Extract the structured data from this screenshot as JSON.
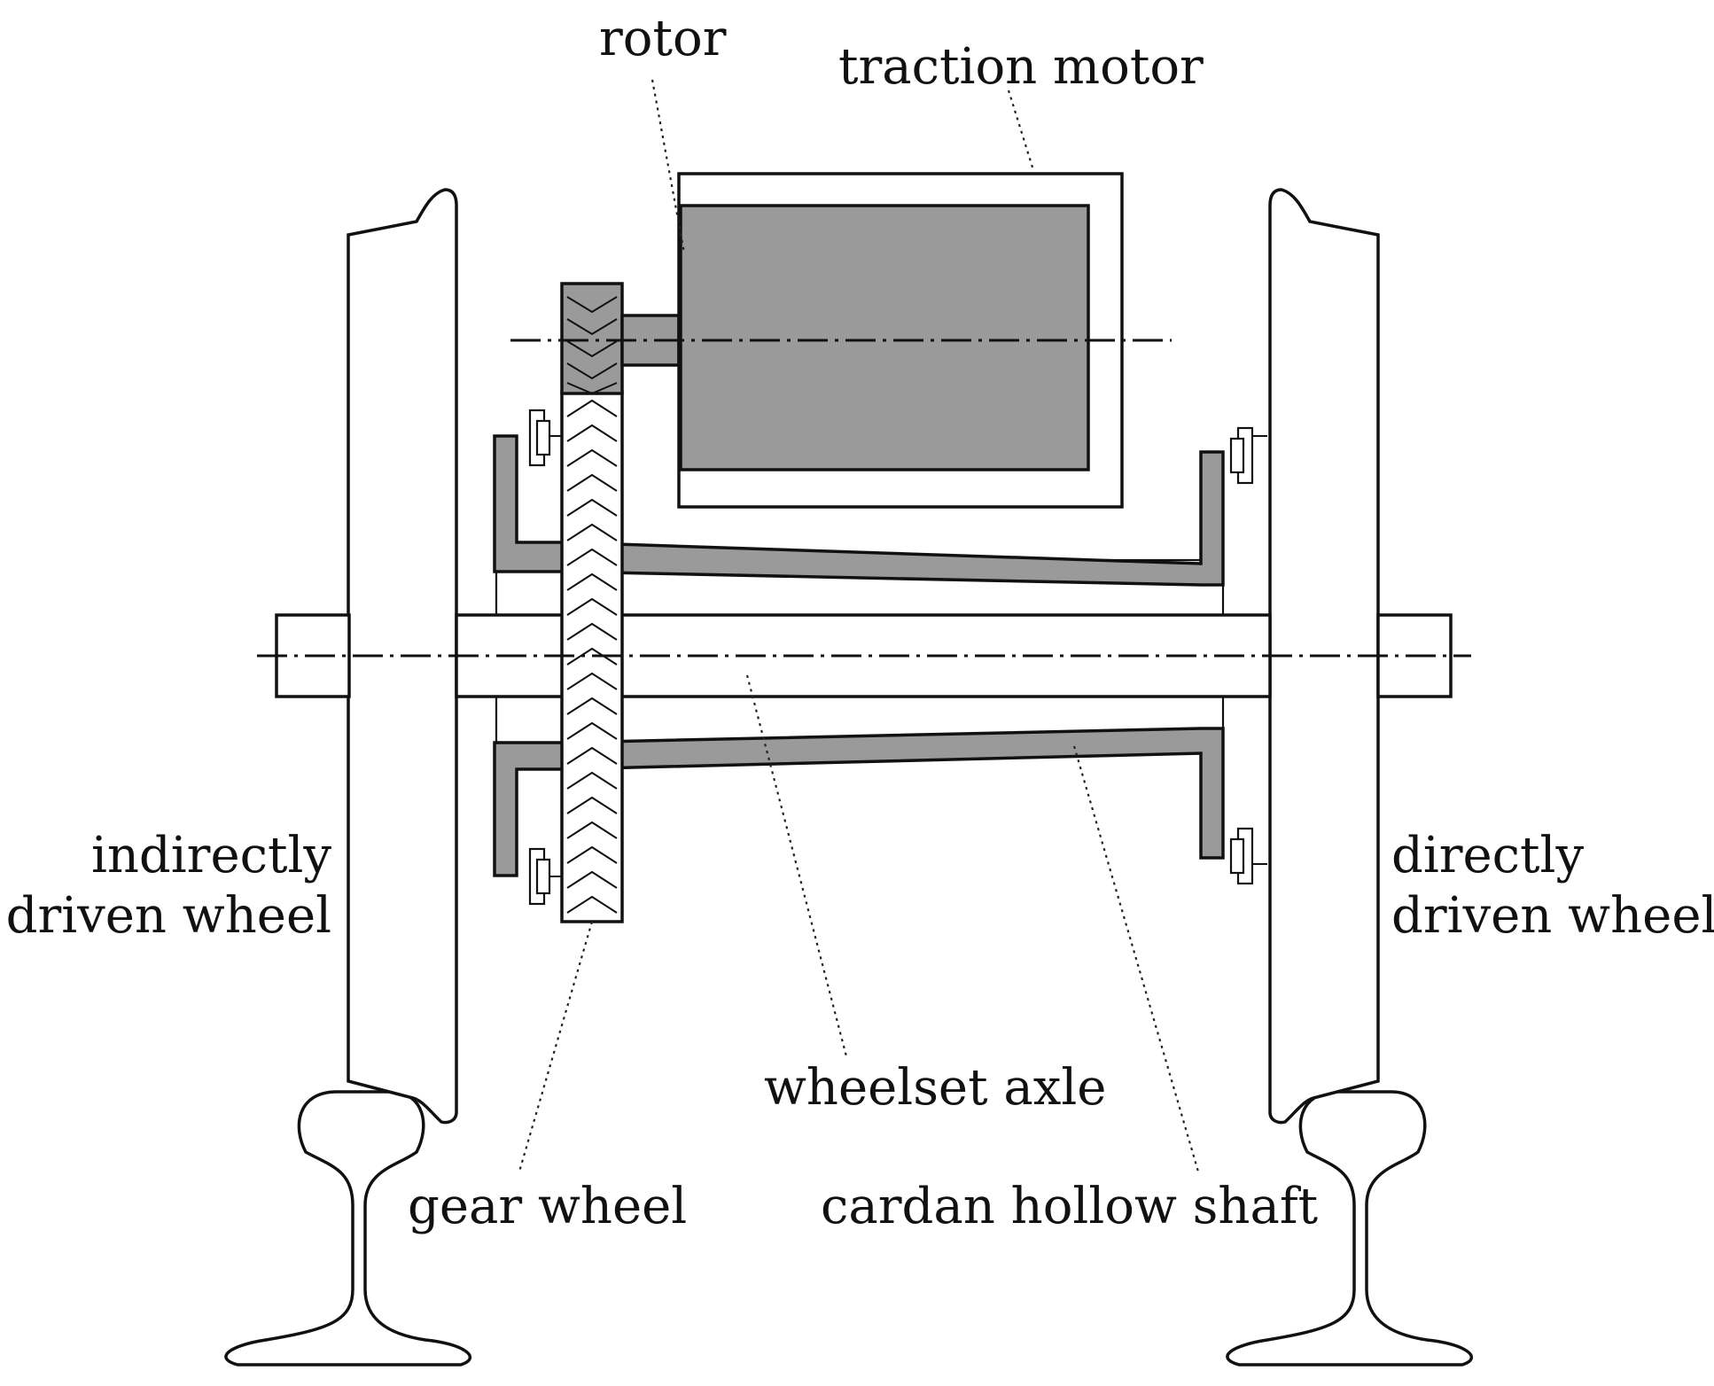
{
  "labels": {
    "rotor": "rotor",
    "traction_motor": "traction motor",
    "indirectly_driven_wheel": [
      "indirectly",
      "driven wheel"
    ],
    "directly_driven_wheel": [
      "directly",
      "driven wheel"
    ],
    "wheelset_axle": "wheelset axle",
    "gear_wheel": "gear wheel",
    "cardan_hollow_shaft": "cardan hollow shaft"
  },
  "colors": {
    "line": "#111111",
    "component_fill": "#9a9a9a",
    "background": "#ffffff"
  }
}
